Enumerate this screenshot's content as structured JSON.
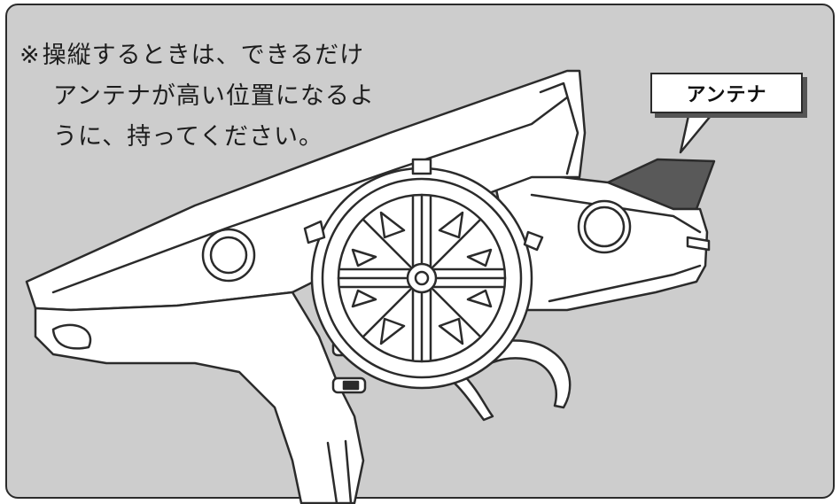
{
  "note": {
    "mark": "※",
    "line1": "操縦するときは、できるだけ",
    "line2": "アンテナが高い位置になるよ",
    "line3": "うに、持ってください。"
  },
  "callout": {
    "label": "アンテナ"
  },
  "colors": {
    "background": "#cdcdcd",
    "antenna": "#595959",
    "outline": "#2b2b2b",
    "body": "#ffffff"
  }
}
